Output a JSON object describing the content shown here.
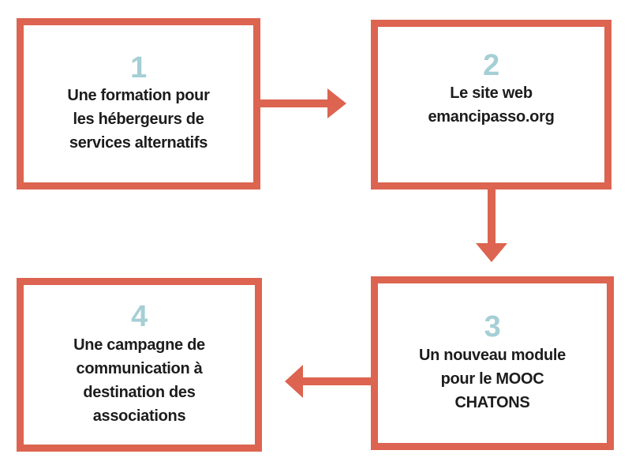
{
  "colors": {
    "accent": "#dc6450",
    "number": "#a5cfd5",
    "text": "#1c1c1c",
    "background": "#ffffff"
  },
  "diagram": {
    "type": "flowchart",
    "boxes": [
      {
        "number": "1",
        "label": "Une formation pour\nles hébergeurs de\nservices alternatifs"
      },
      {
        "number": "2",
        "label": "Le site web\nemancipasso.org"
      },
      {
        "number": "3",
        "label": "Un nouveau module\npour le MOOC\nCHATONS"
      },
      {
        "number": "4",
        "label": "Une campagne de\ncommunication à\ndestination des\nassociations"
      }
    ],
    "arrows": [
      {
        "from": "1",
        "to": "2",
        "direction": "right"
      },
      {
        "from": "2",
        "to": "3",
        "direction": "down"
      },
      {
        "from": "3",
        "to": "4",
        "direction": "left"
      }
    ]
  }
}
